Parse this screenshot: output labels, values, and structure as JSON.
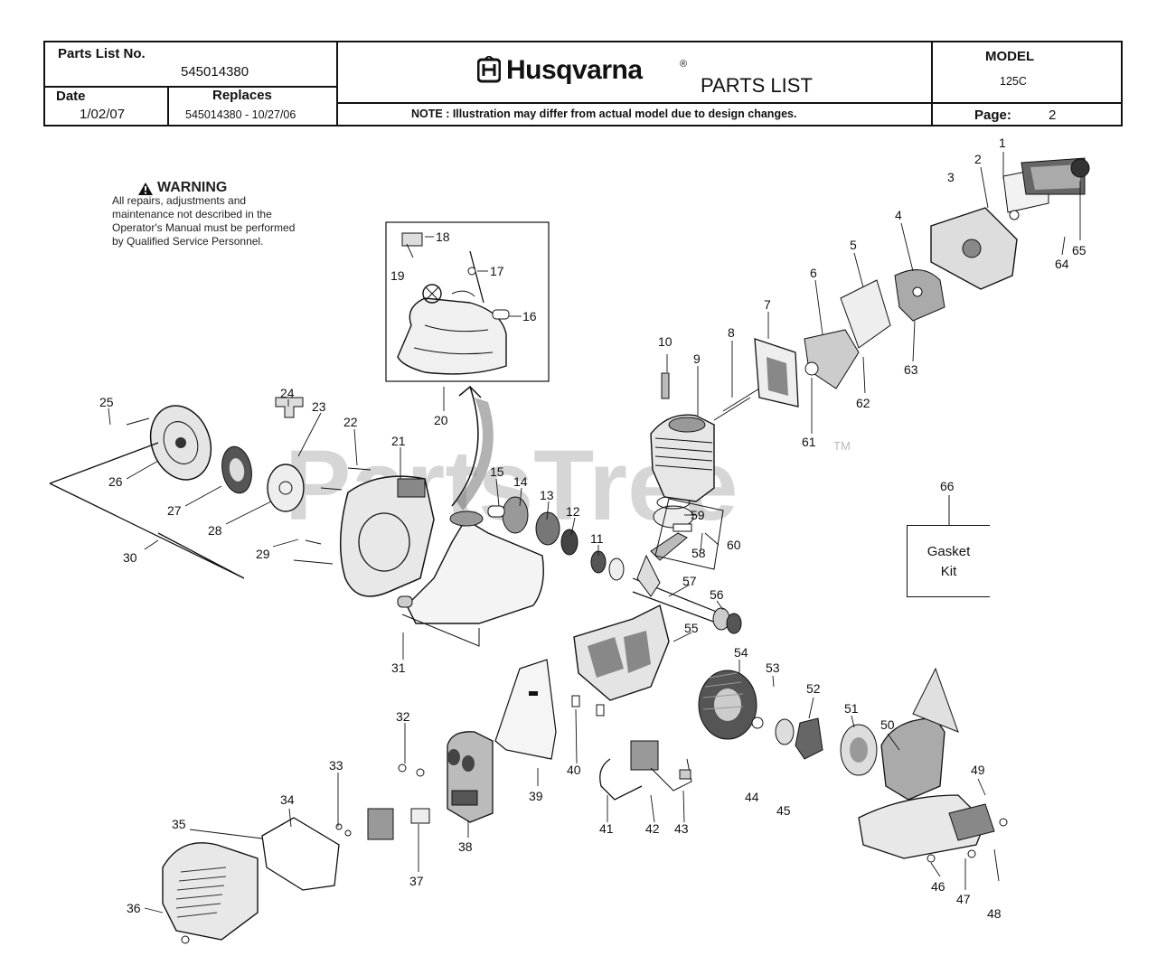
{
  "header": {
    "parts_list_no_label": "Parts List No.",
    "parts_list_no": "545014380",
    "date_label": "Date",
    "date": "1/02/07",
    "replaces_label": "Replaces",
    "replaces": "545014380 - 10/27/06",
    "brand": "Husqvarna",
    "registered": "®",
    "parts_list_title": "PARTS LIST",
    "note": "NOTE : Illustration may differ from actual model due to design changes.",
    "model_label": "MODEL",
    "model": "125C",
    "page_label": "Page:",
    "page": "2"
  },
  "warning": {
    "title": "WARNING",
    "text": "All repairs, adjustments and maintenance not described in the Operator's Manual must be performed by Qualified Service Personnel."
  },
  "watermark": {
    "text": "PartsTree",
    "tm": "TM"
  },
  "gasket_kit": {
    "number": "66",
    "line1": "Gasket",
    "line2": "Kit"
  },
  "callouts": [
    "1",
    "2",
    "3",
    "4",
    "5",
    "6",
    "7",
    "8",
    "9",
    "10",
    "11",
    "12",
    "13",
    "14",
    "15",
    "16",
    "17",
    "18",
    "19",
    "20",
    "21",
    "22",
    "23",
    "24",
    "25",
    "26",
    "27",
    "28",
    "29",
    "30",
    "31",
    "32",
    "33",
    "34",
    "35",
    "36",
    "37",
    "38",
    "39",
    "40",
    "41",
    "42",
    "43",
    "44",
    "45",
    "46",
    "47",
    "48",
    "49",
    "50",
    "51",
    "52",
    "53",
    "54",
    "55",
    "56",
    "57",
    "58",
    "59",
    "60",
    "61",
    "62",
    "63",
    "64",
    "65"
  ]
}
